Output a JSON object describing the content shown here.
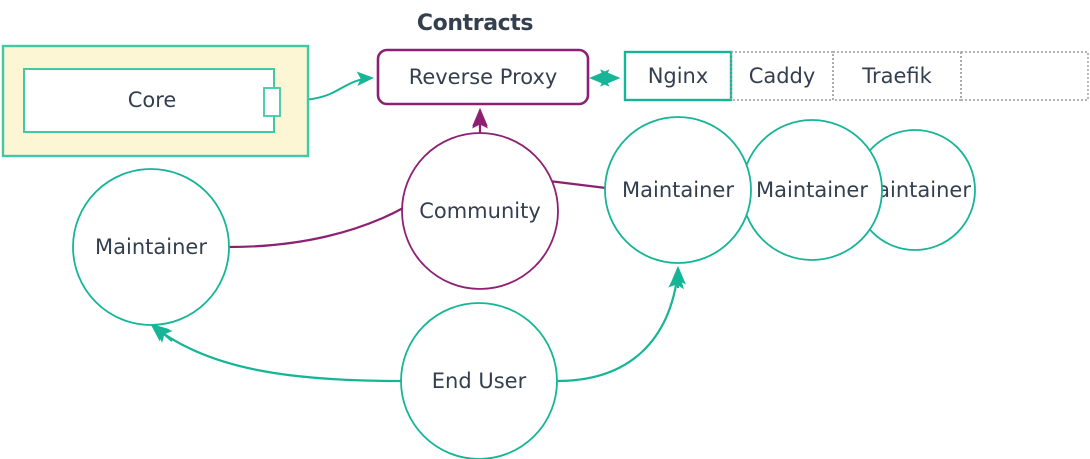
{
  "diagram": {
    "title": "Contracts",
    "colors": {
      "teal": "#16b597",
      "teal_dark": "#0f9e86",
      "purple": "#8e2074",
      "text": "#333f4f",
      "boundary_fill": "#fdf6d5",
      "boundary_stroke": "#3ec9a7",
      "dotted_gray": "#9b9b9b",
      "white": "#ffffff"
    },
    "boundary": {
      "name": "core-boundary",
      "fill": "#fdf6d5"
    },
    "core_box": {
      "label": "Core"
    },
    "reverse_proxy": {
      "label": "Reverse Proxy"
    },
    "options_table": {
      "cells": [
        {
          "label": "Nginx",
          "selected": true
        },
        {
          "label": "Caddy",
          "selected": false
        },
        {
          "label": "Traefik",
          "selected": false
        },
        {
          "label": "",
          "selected": false
        }
      ]
    },
    "circles": [
      {
        "id": "maintainer-left",
        "label": "Maintainer",
        "stroke": "#16b597"
      },
      {
        "id": "community",
        "label": "Community",
        "stroke": "#8e2074"
      },
      {
        "id": "maintainer-a",
        "label": "Maintainer",
        "stroke": "#16b597"
      },
      {
        "id": "maintainer-b",
        "label": "Maintainer",
        "stroke": "#16b597"
      },
      {
        "id": "maintainer-c",
        "label": "Maintainer",
        "stroke": "#16b597"
      },
      {
        "id": "end-user",
        "label": "End User",
        "stroke": "#16b597"
      }
    ],
    "edges": [
      {
        "id": "core-to-reverse-proxy",
        "color": "#16b597",
        "arrow": "end"
      },
      {
        "id": "reverse-proxy-to-nginx",
        "color": "#16b597",
        "arrow": "both"
      },
      {
        "id": "community-to-reverse-proxy",
        "color": "#8e2074",
        "arrow": "end"
      },
      {
        "id": "maintainer-left-to-community",
        "color": "#8e2074",
        "arrow": "none"
      },
      {
        "id": "community-to-maintainer-a",
        "color": "#8e2074",
        "arrow": "none"
      },
      {
        "id": "end-user-to-maintainer-left",
        "color": "#16b597",
        "arrow": "end"
      },
      {
        "id": "end-user-to-maintainer-a",
        "color": "#16b597",
        "arrow": "end"
      }
    ]
  }
}
